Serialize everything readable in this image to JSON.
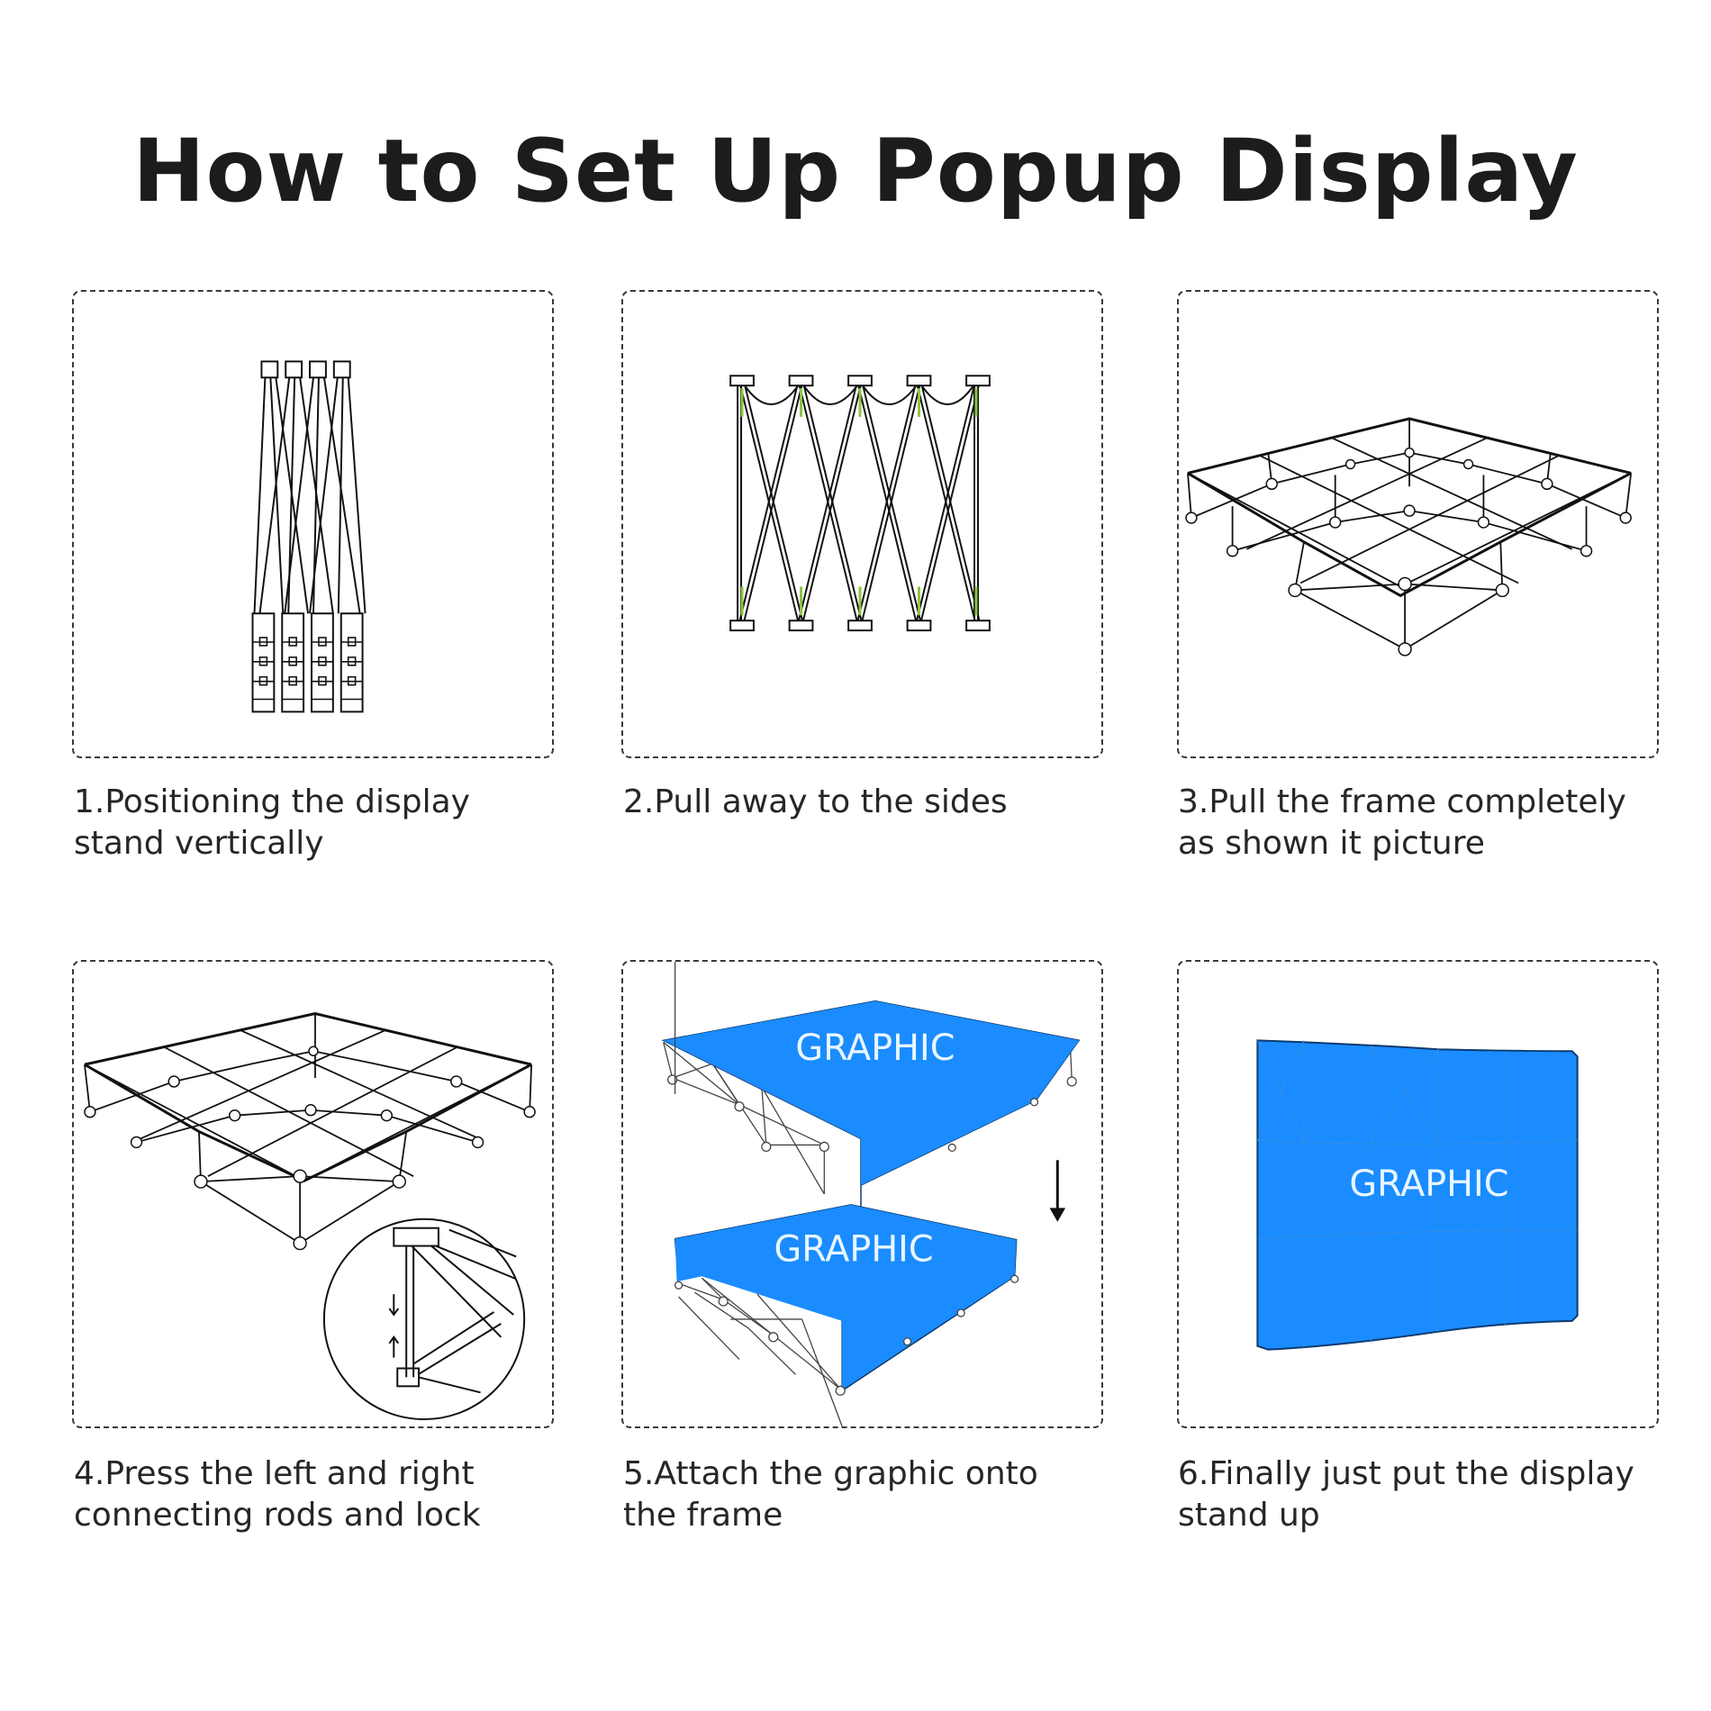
{
  "page": {
    "title": "How to Set Up Popup Display"
  },
  "colors": {
    "graphic_blue": "#1a8cff",
    "line": "#111111",
    "accent_green": "#8cc63f",
    "dashed_border": "#3a3a3a"
  },
  "steps": [
    {
      "number": "1",
      "caption_line1": "1.Positioning the display",
      "caption_line2": "stand vertically",
      "illustration": "folded-frame"
    },
    {
      "number": "2",
      "caption_line1": "2.Pull away to the sides",
      "caption_line2": "",
      "illustration": "expanded-scissor-frame"
    },
    {
      "number": "3",
      "caption_line1": "3.Pull the frame completely",
      "caption_line2": "as shown it picture",
      "illustration": "fully-opened-frame"
    },
    {
      "number": "4",
      "caption_line1": "4.Press the left and right",
      "caption_line2": "connecting rods and lock",
      "illustration": "frame-with-lock-detail"
    },
    {
      "number": "5",
      "caption_line1": "5.Attach the graphic onto",
      "caption_line2": "the frame",
      "illustration": "graphic-attach",
      "graphic_label_top": "GRAPHIC",
      "graphic_label_bottom": "GRAPHIC"
    },
    {
      "number": "6",
      "caption_line1": "6.Finally just put the display",
      "caption_line2": "stand up",
      "illustration": "standing-display",
      "graphic_label": "GRAPHIC"
    }
  ]
}
